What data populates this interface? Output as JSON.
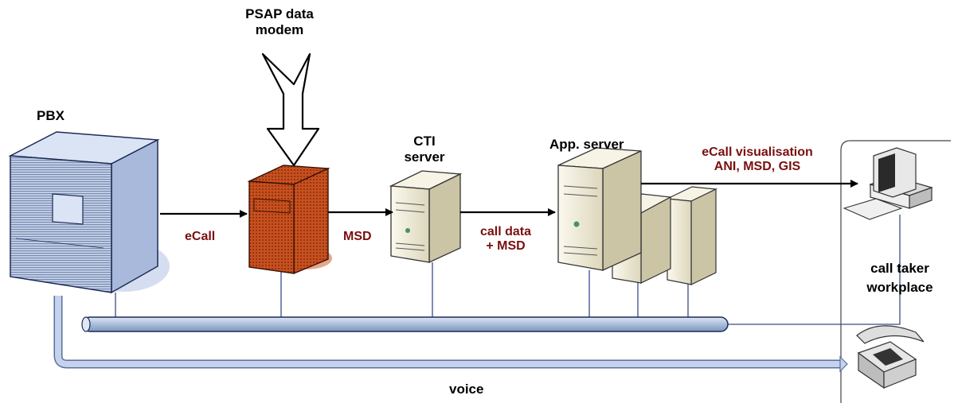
{
  "labels": {
    "psap_modem": [
      "PSAP data",
      "modem"
    ],
    "pbx": "PBX",
    "cti_server": [
      "CTI",
      "server"
    ],
    "app_server": "App. server",
    "call_taker": [
      "call taker",
      "workplace"
    ],
    "voice": "voice"
  },
  "flows": {
    "ecall": "eCall",
    "msd": "MSD",
    "call_data": [
      "call data",
      "+ MSD"
    ],
    "visualisation": [
      "eCall visualisation",
      "ANI, MSD, GIS"
    ]
  },
  "colors": {
    "flow_text": "#7a0f0f",
    "pbx_body": "#c5d3ea",
    "modem_body": "#c8501e",
    "server_body": "#ece8d4",
    "bus": "#a9bedc",
    "voice_pipe": "#c4d2ee"
  },
  "icons": [
    "pbx-icon",
    "modem-server-icon",
    "cti-server-icon",
    "app-server-icon",
    "computer-icon",
    "telephone-icon",
    "hollow-arrow-icon"
  ]
}
